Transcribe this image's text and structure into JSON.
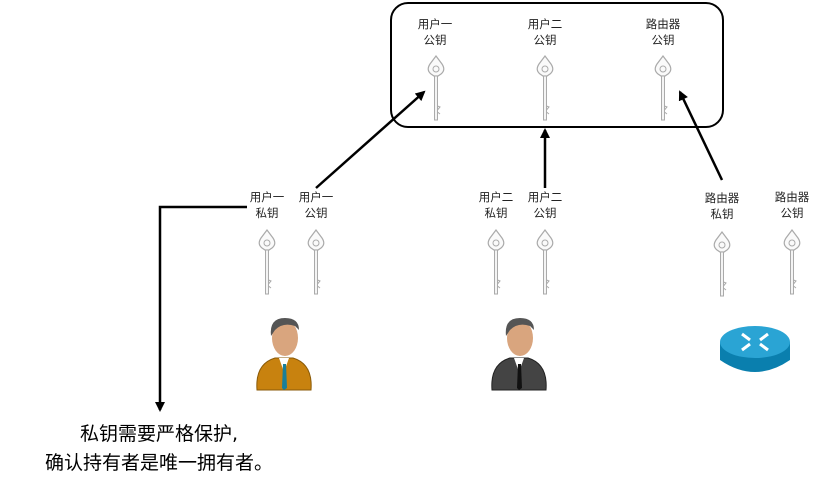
{
  "pool": {
    "keys": [
      {
        "line1": "用户一",
        "line2": "公钥"
      },
      {
        "line1": "用户二",
        "line2": "公钥"
      },
      {
        "line1": "路由器",
        "line2": "公钥"
      }
    ]
  },
  "user1": {
    "private": {
      "line1": "用户一",
      "line2": "私钥"
    },
    "public": {
      "line1": "用户一",
      "line2": "公钥"
    }
  },
  "user2": {
    "private": {
      "line1": "用户二",
      "line2": "私钥"
    },
    "public": {
      "line1": "用户二",
      "line2": "公钥"
    }
  },
  "router": {
    "private": {
      "line1": "路由器",
      "line2": "私钥"
    },
    "public": {
      "line1": "路由器",
      "line2": "公钥"
    }
  },
  "note": {
    "line1": "私钥需要严格保护,",
    "line2": "确认持有者是唯一拥有者。"
  }
}
